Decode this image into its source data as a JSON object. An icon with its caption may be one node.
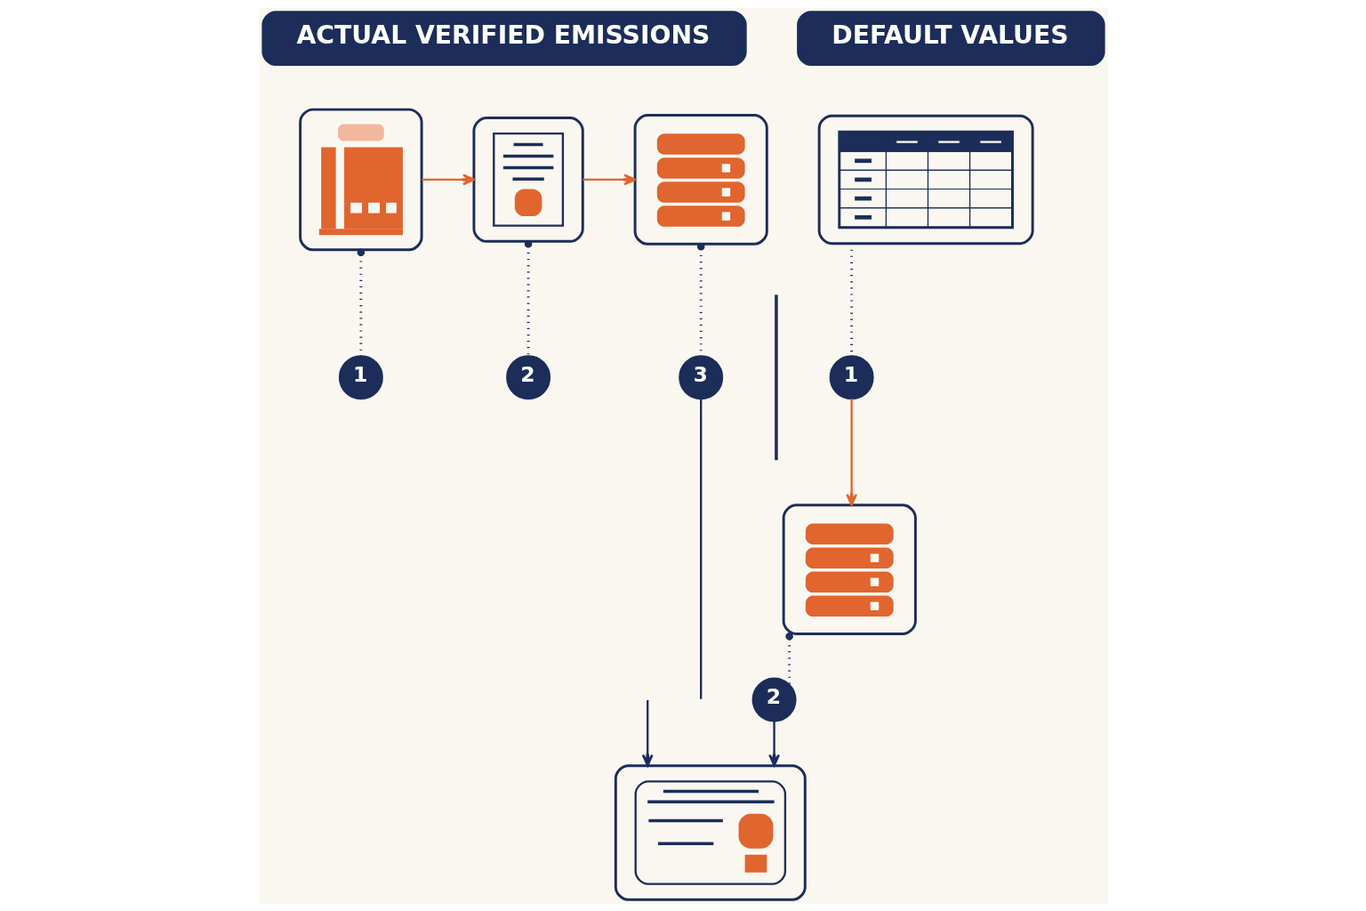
{
  "diagram": {
    "nodes": [
      {
        "text": [
          "ACTUAL VERIFIED EMISSIONS"
        ]
      },
      {
        "text": [
          "DEFAULT VALUES"
        ]
      },
      {
        "text": [],
        "shape": "picture"
      },
      {
        "text": [],
        "shape": "picture"
      },
      {
        "text": [],
        "shape": "picture"
      },
      {
        "text": [
          "1"
        ]
      },
      {
        "text": [
          "2"
        ]
      },
      {
        "text": [
          "3"
        ]
      },
      {
        "text": [],
        "shape": "picture"
      },
      {
        "text": [
          "1"
        ]
      },
      {
        "text": [],
        "shape": "picture"
      },
      {
        "text": [
          "2"
        ]
      },
      {
        "text": [],
        "shape": "picture"
      }
    ],
    "edges": [
      {
        "from": 2,
        "to": 3,
        "arrow": "to",
        "color": "#e0652e"
      },
      {
        "from": 3,
        "to": 4,
        "arrow": "to",
        "color": "#e0652e"
      },
      {
        "from": 2,
        "to": 5,
        "arrow": "other",
        "style": "dashed"
      },
      {
        "from": 3,
        "to": 6,
        "arrow": "other",
        "style": "dashed"
      },
      {
        "from": 4,
        "to": 7,
        "arrow": "other",
        "style": "dashed"
      },
      {
        "from": 7,
        "to": null,
        "arrow": "none"
      },
      {
        "from": null,
        "to": 12,
        "arrow": "to"
      },
      {
        "from": 8,
        "to": 9,
        "arrow": "none",
        "style": "dashed"
      },
      {
        "from": 9,
        "to": 10,
        "arrow": "to",
        "color": "#e0652e"
      },
      {
        "from": 10,
        "to": 11,
        "arrow": "other",
        "style": "dashed"
      },
      {
        "from": 11,
        "to": 12,
        "arrow": "to"
      }
    ]
  }
}
